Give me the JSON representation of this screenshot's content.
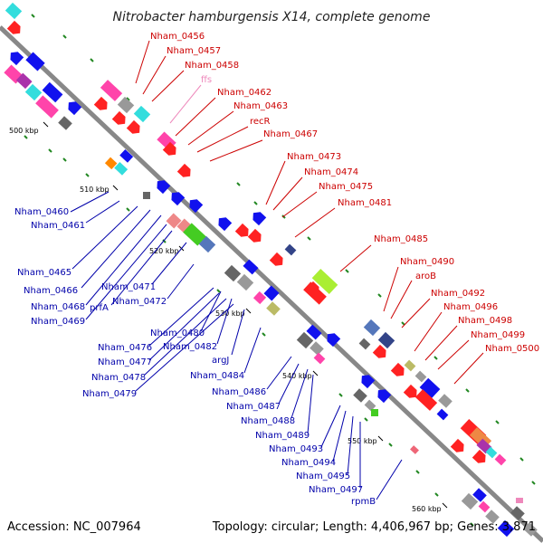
{
  "title": "Nitrobacter hamburgensis X14, complete genome",
  "accession": "Accession: NC_007964",
  "topology": "Topology: circular; Length: 4,406,967 bp; Genes: 3,871",
  "colors": {
    "backbone": "#888888",
    "forward_label": "#cc0000",
    "reverse_label": "#0000aa",
    "rna_label": "#ee88bb",
    "dot_green": "#228822"
  },
  "kbp_ticks": [
    "500 kbp",
    "510 kbp",
    "520 kbp",
    "530 kbp",
    "540 kbp",
    "550 kbp",
    "560 kbp"
  ],
  "forward_labels": [
    "Nham_0456",
    "Nham_0457",
    "Nham_0458",
    "ffs",
    "Nham_0462",
    "Nham_0463",
    "recR",
    "Nham_0467",
    "Nham_0473",
    "Nham_0474",
    "Nham_0475",
    "Nham_0481",
    "Nham_0485",
    "Nham_0490",
    "aroB",
    "Nham_0492",
    "Nham_0496",
    "Nham_0498",
    "Nham_0499",
    "Nham_0500"
  ],
  "reverse_labels": [
    "Nham_0460",
    "Nham_0461",
    "Nham_0465",
    "Nham_0466",
    "Nham_0468",
    "Nham_0469",
    "prfA",
    "Nham_0471",
    "Nham_0472",
    "Nham_0480",
    "Nham_0476",
    "Nham_0482",
    "Nham_0477",
    "argJ",
    "Nham_0478",
    "Nham_0479",
    "Nham_0484",
    "Nham_0486",
    "Nham_0487",
    "Nham_0488",
    "Nham_0489",
    "Nham_0493",
    "Nham_0494",
    "Nham_0495",
    "Nham_0497",
    "rpmB"
  ]
}
